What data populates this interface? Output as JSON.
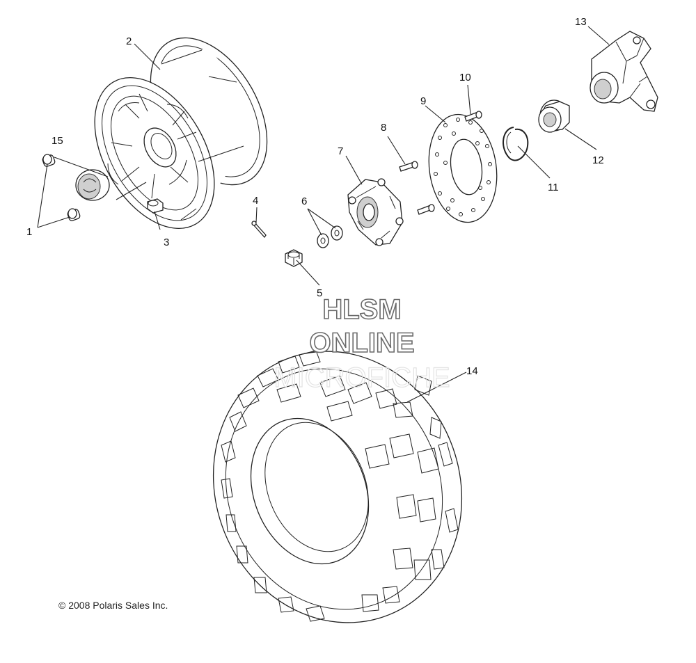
{
  "diagram": {
    "callouts": [
      "1",
      "2",
      "3",
      "4",
      "5",
      "6",
      "7",
      "8",
      "9",
      "10",
      "11",
      "12",
      "13",
      "14",
      "15"
    ],
    "watermark": {
      "line1": "HLSM",
      "line2": "ONLINE",
      "line3": "MICROFICHE"
    },
    "copyright": "© 2008 Polaris Sales Inc."
  }
}
